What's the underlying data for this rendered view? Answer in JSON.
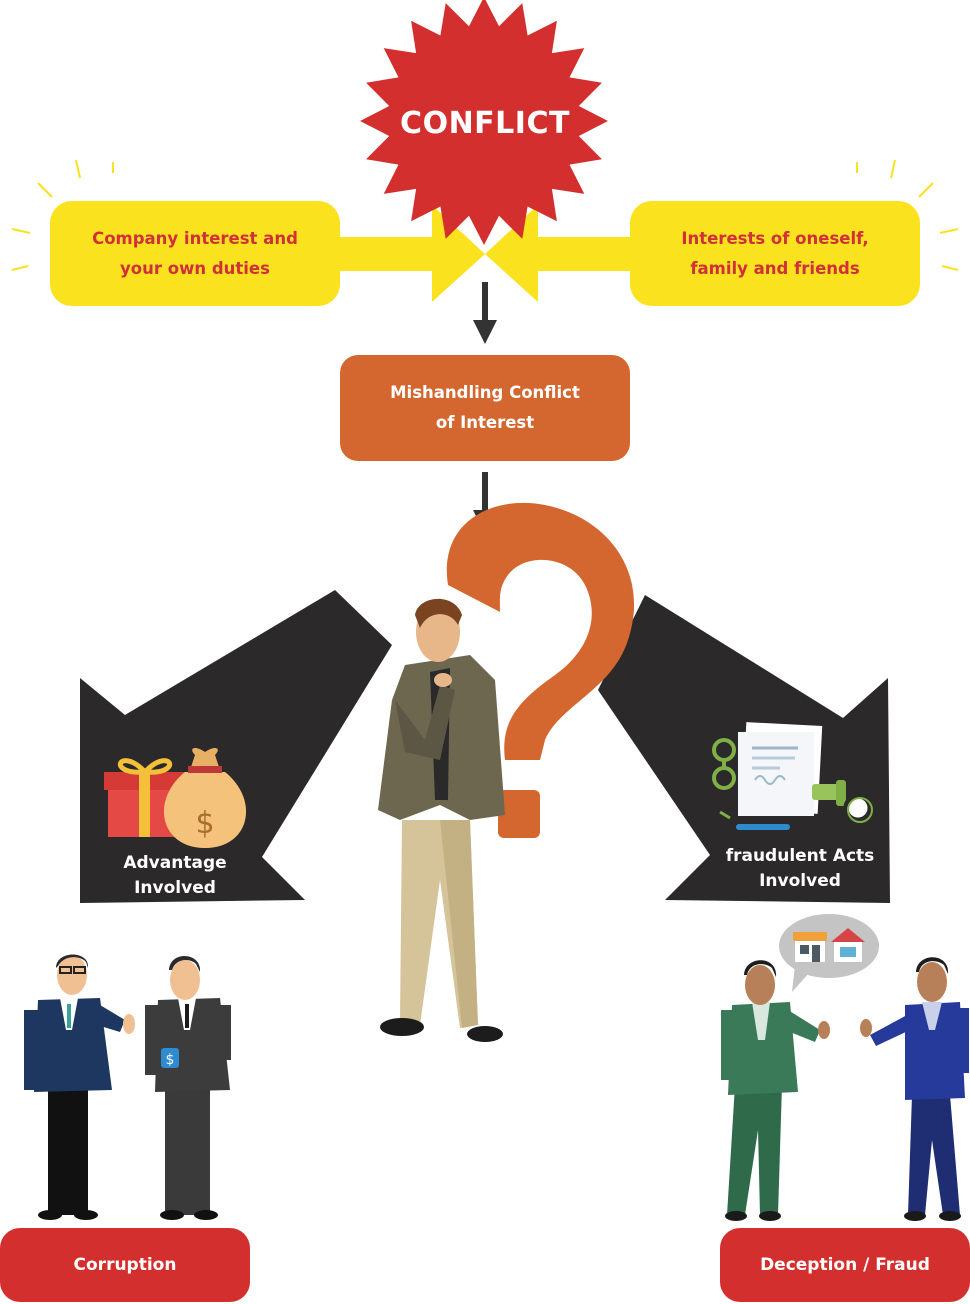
{
  "conflict": {
    "title": "CONFLICT"
  },
  "left_interest": {
    "line1": "Company interest and",
    "line2": "your own duties"
  },
  "right_interest": {
    "line1": "Interests of oneself,",
    "line2": "family and friends"
  },
  "mishandling": {
    "line1": "Mishandling Conflict",
    "line2": "of Interest"
  },
  "branch_left": {
    "label": "Advantage Involved"
  },
  "branch_right": {
    "line1": "fraudulent Acts",
    "line2": "Involved"
  },
  "outcome_left": {
    "label": "Corruption"
  },
  "outcome_right": {
    "label": "Deception / Fraud"
  },
  "icons": {
    "starburst": "conflict-starburst-icon",
    "gift": "gift-box-icon",
    "money_bag": "money-bag-icon",
    "document": "document-stamp-icon",
    "glasses": "glasses-icon",
    "magnifier": "magnifier-icon",
    "pen": "pen-icon",
    "question": "question-mark-icon",
    "shops": "shop-icons"
  },
  "colors": {
    "red": "#d42f2f",
    "yellow": "#fbe21f",
    "orange": "#d4672f",
    "dark": "#2b2929"
  }
}
